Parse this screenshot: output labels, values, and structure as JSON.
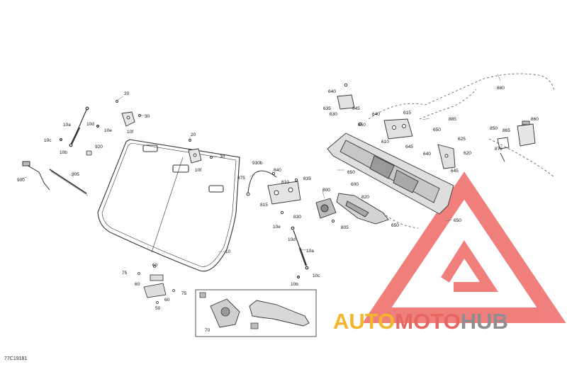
{
  "figure_id": "77C19181",
  "watermark": {
    "part1": "AUTO",
    "part2": "MOTO",
    "part3": "HUB",
    "colors": {
      "part1": "#f2b52c",
      "part2": "#e8665f",
      "part3": "#8e8e8e",
      "triangle": "#ee6e6b"
    }
  },
  "labels": {
    "l10": "10",
    "l10a1": "10a",
    "l10a2": "10a",
    "l10b1": "10b",
    "l10b2": "10b",
    "l10c1": "10c",
    "l10c2": "10c",
    "l10d1": "10d",
    "l10d2": "10d",
    "l10e1": "10e",
    "l10e2": "10e",
    "l10f1": "10f",
    "l10f2": "10f",
    "l20a": "20",
    "l20b": "20",
    "l30a": "30",
    "l30b": "30",
    "l50": "50",
    "l60a": "60",
    "l60b": "60",
    "l60c": "60",
    "l70": "70",
    "l75a": "75",
    "l75b": "75",
    "l600": "600",
    "l610": "610",
    "l615": "615",
    "l620": "620",
    "l625": "625",
    "l630": "630",
    "l635": "635",
    "l640a": "640",
    "l640b": "640",
    "l640c": "640",
    "l645a": "645",
    "l645b": "645",
    "l645c": "645",
    "l650a": "650",
    "l650b": "650",
    "l650c": "650",
    "l650d": "650",
    "l650e": "650",
    "l800": "800",
    "l805": "805",
    "l810": "810",
    "l815": "815",
    "l820": "820",
    "l830": "830",
    "l835": "835",
    "l840": "840",
    "l850": "850",
    "l860": "860",
    "l865": "865",
    "l875a": "875",
    "l875b": "875",
    "l880": "880",
    "l885": "885",
    "l900": "900",
    "l905": "905",
    "l920": "920",
    "l930b": "930b"
  }
}
